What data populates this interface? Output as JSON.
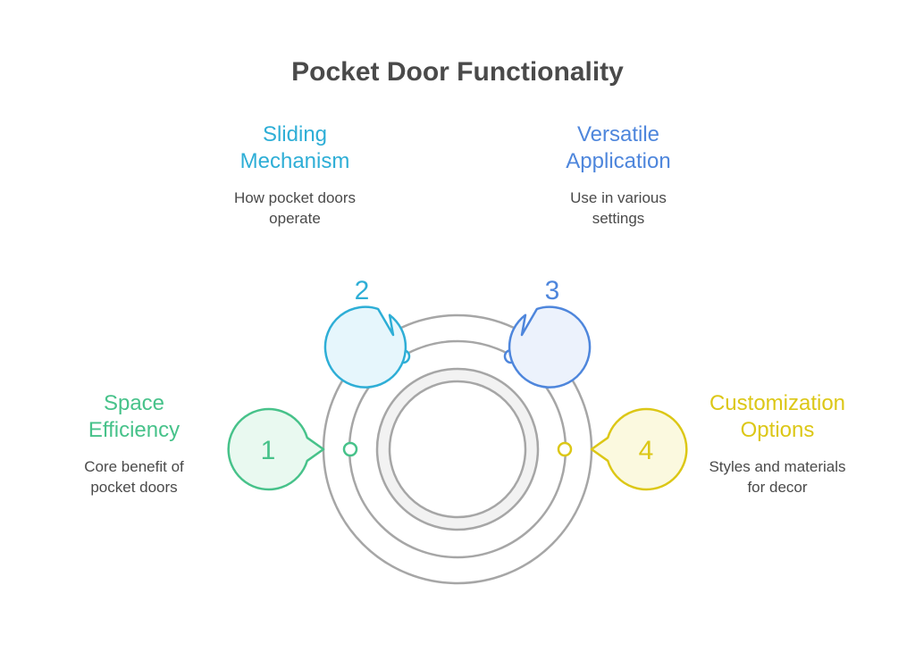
{
  "title": "Pocket Door Functionality",
  "colors": {
    "ring": "#a6a6a6",
    "inner_fill": "#f2f2f2",
    "green": "#47c28a",
    "cyan": "#2eaed6",
    "blue": "#4e86dc",
    "yellow": "#dcc716"
  },
  "items": [
    {
      "number": "1",
      "title_lines": [
        "Space",
        "Efficiency"
      ],
      "desc_lines": [
        "Core benefit of",
        "pocket doors"
      ],
      "color": "#47c28a",
      "fill": "#e9f9f0"
    },
    {
      "number": "2",
      "title_lines": [
        "Sliding",
        "Mechanism"
      ],
      "desc_lines": [
        "How pocket doors",
        "operate"
      ],
      "color": "#2eaed6",
      "fill": "#e6f6fc"
    },
    {
      "number": "3",
      "title_lines": [
        "Versatile",
        "Application"
      ],
      "desc_lines": [
        "Use in various",
        "settings"
      ],
      "color": "#4e86dc",
      "fill": "#ecf2fc"
    },
    {
      "number": "4",
      "title_lines": [
        "Customization",
        "Options"
      ],
      "desc_lines": [
        "Styles and materials",
        "for decor"
      ],
      "color": "#dcc716",
      "fill": "#fbf9df"
    }
  ]
}
